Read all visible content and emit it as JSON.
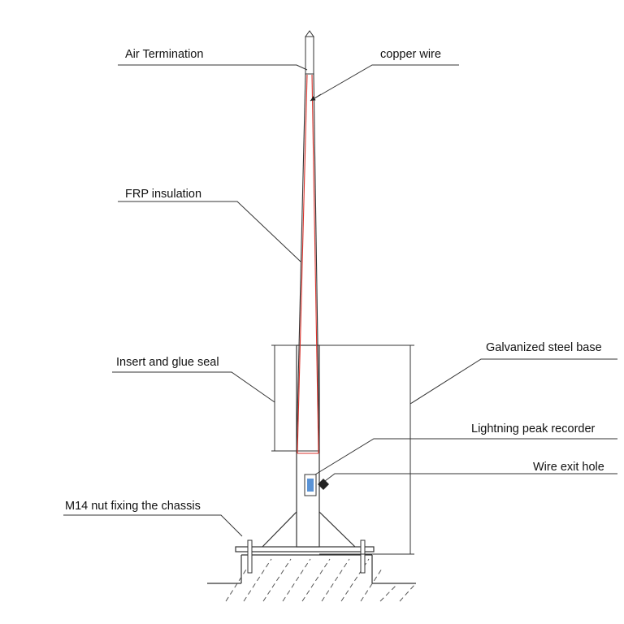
{
  "labels": {
    "air_termination": "Air Termination",
    "copper_wire": "copper wire",
    "frp_insulation": "FRP insulation",
    "insert_glue_seal": "Insert and glue seal",
    "galvanized_base": "Galvanized steel base",
    "lightning_recorder": "Lightning peak recorder",
    "wire_exit_hole": "Wire exit hole",
    "m14_nut": "M14 nut fixing the chassis"
  },
  "colors": {
    "line": "#333333",
    "copper_wire": "#d9332c",
    "recorder_window": "#5a93d6"
  }
}
